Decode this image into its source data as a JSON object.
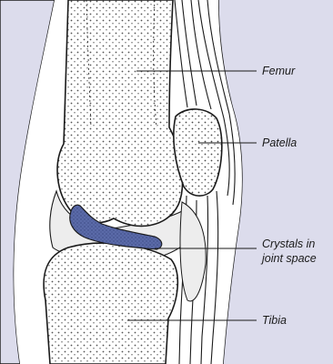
{
  "labels": {
    "femur": "Femur",
    "patella": "Patella",
    "crystals_line1": "Crystals in",
    "crystals_line2": "joint space",
    "tibia": "Tibia"
  },
  "colors": {
    "background": "#ffffff",
    "skin_fill": "#dcdcec",
    "bone_fill": "#ffffff",
    "outline": "#1a1a1a",
    "cartilage_fill": "#ededed",
    "crystal_fill": "#5a6aa8"
  }
}
